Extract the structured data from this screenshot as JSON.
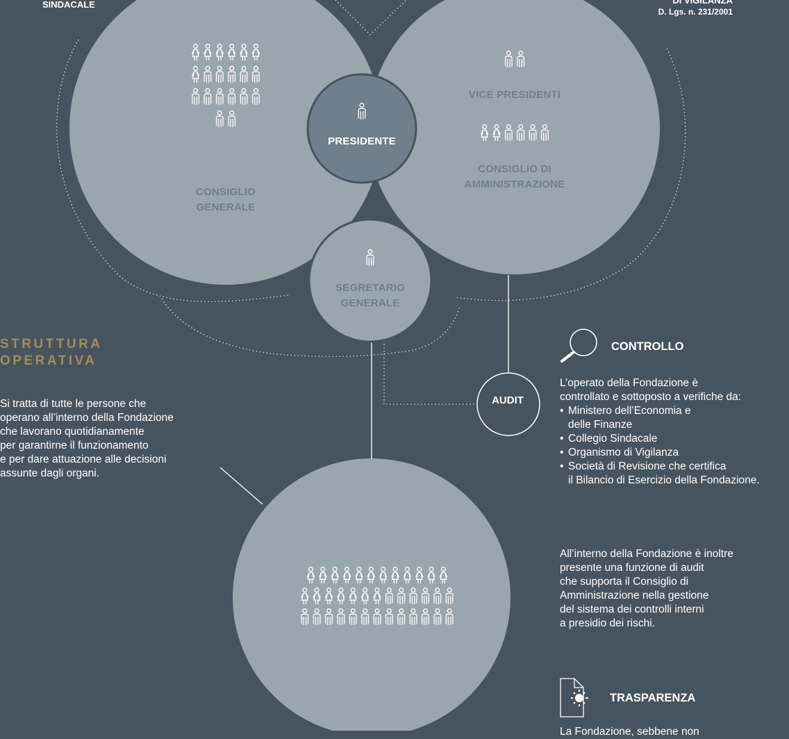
{
  "top_left_label": "SINDACALE",
  "top_right_label": [
    "DI VIGILANZA",
    "D. Lgs. n. 231/2001"
  ],
  "organs": {
    "consiglio_generale": [
      "CONSIGLIO",
      "GENERALE"
    ],
    "presidente": "PRESIDENTE",
    "vice_presidenti": "VICE PRESIDENTI",
    "consiglio_amministrazione": [
      "CONSIGLIO DI",
      "AMMINISTRAZIONE"
    ],
    "segretario_generale": [
      "SEGRETARIO",
      "GENERALE"
    ],
    "audit": "AUDIT"
  },
  "people_rows": {
    "consiglio_generale": [
      {
        "female": 6,
        "male": 0
      },
      {
        "female": 1,
        "male": 5
      },
      {
        "female": 0,
        "male": 6
      },
      {
        "female": 0,
        "male": 2
      }
    ],
    "presidente": [
      {
        "female": 0,
        "male": 1
      }
    ],
    "vice_presidenti": [
      {
        "female": 0,
        "male": 2
      }
    ],
    "consiglio_amministrazione": [
      {
        "female": 2,
        "male": 4
      }
    ],
    "segretario_generale": [
      {
        "female": 0,
        "male": 1
      }
    ],
    "struttura_operativa": [
      {
        "female": 12,
        "male": 0
      },
      {
        "female": 7,
        "male": 6
      },
      {
        "female": 0,
        "male": 13
      }
    ]
  },
  "struttura": {
    "title": [
      "STRUTTURA",
      "OPERATIVA"
    ],
    "text": [
      "Si tratta di tutte le persone che",
      "operano all’interno della Fondazione",
      "che lavorano quotidianamente",
      "per garantirne il funzionamento",
      "e per dare attuazione alle decisioni",
      "assunte dagli organi."
    ]
  },
  "controllo": {
    "heading": "CONTROLLO",
    "intro": [
      "L’operato della Fondazione è",
      "controllato e sottoposto a verifiche da:"
    ],
    "bullets": [
      [
        "Ministero dell’Economia e",
        "delle Finanze"
      ],
      [
        "Collegio Sindacale"
      ],
      [
        "Organismo di Vigilanza"
      ],
      [
        "Società di Revisione che certifica",
        "il Bilancio di Esercizio della Fondazione."
      ]
    ],
    "text2": [
      "All’interno della Fondazione è inoltre",
      "presente una funzione di audit",
      "che supporta il Consiglio di",
      "Amministrazione nella gestione",
      "del sistema dei controlli interni",
      "a presidio dei rischi."
    ]
  },
  "trasparenza": {
    "heading": "TRASPARENZA",
    "text_partial": "La Fondazione, sebbene non"
  },
  "colors": {
    "background": "#46545f",
    "light_circle": "#9aa6ae",
    "dark_circle": "#6f7f8b",
    "accent": "#a88a54",
    "text": "#ffffff"
  },
  "icons": [
    "female-person-icon",
    "male-person-icon",
    "magnifier-icon",
    "document-sun-icon"
  ]
}
